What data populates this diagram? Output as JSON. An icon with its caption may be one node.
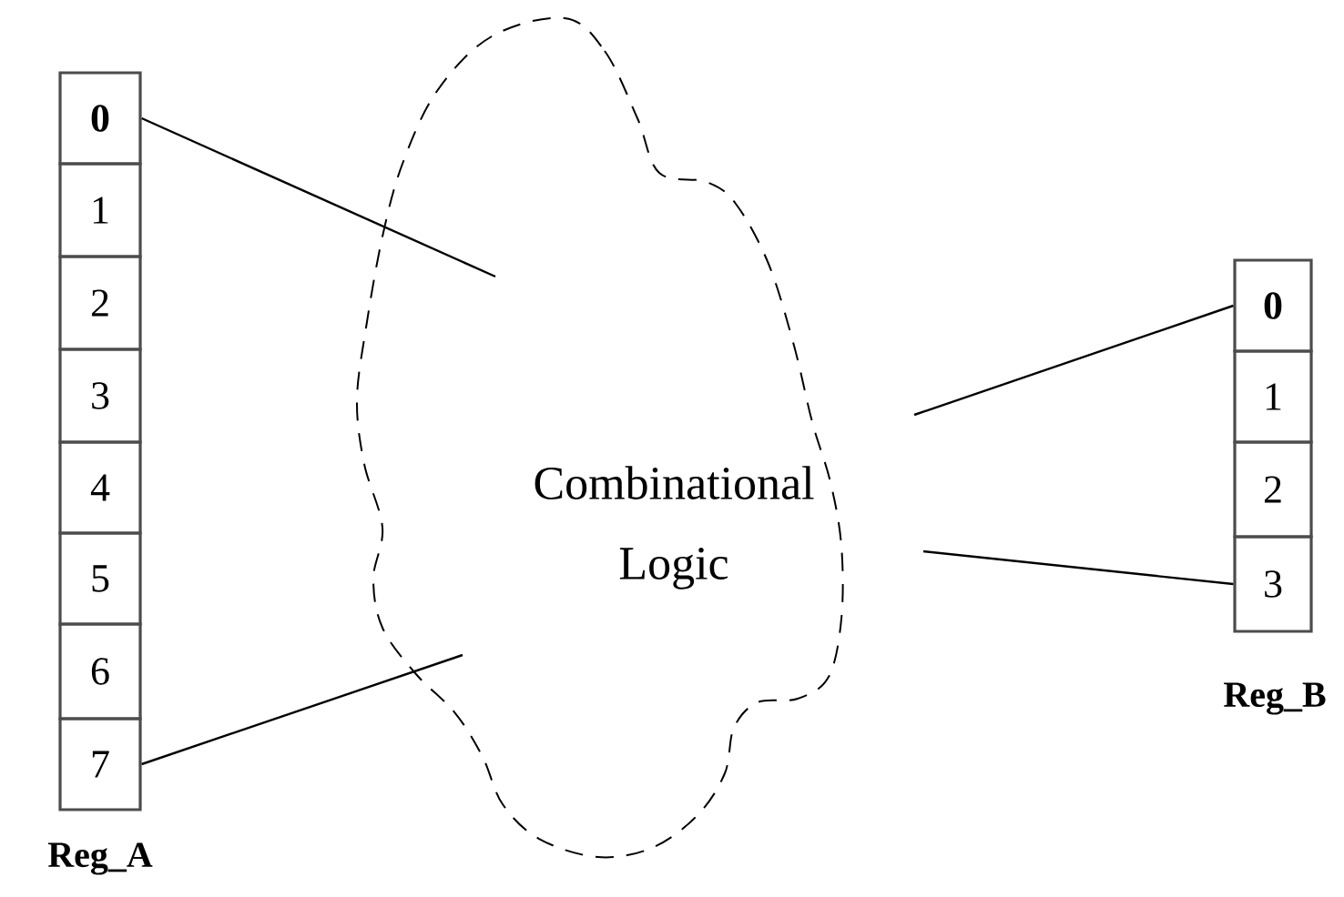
{
  "diagram": {
    "nodes": [
      {
        "text": [
          "0"
        ]
      },
      {
        "text": [
          "1"
        ]
      },
      {
        "text": [
          "2"
        ]
      },
      {
        "text": [
          "3"
        ]
      },
      {
        "text": [
          "4"
        ]
      },
      {
        "text": [
          "5"
        ]
      },
      {
        "text": [
          "6"
        ]
      },
      {
        "text": [
          "7"
        ]
      },
      {
        "text": [
          "Combinational Logic"
        ]
      },
      {
        "text": [
          "0"
        ]
      },
      {
        "text": [
          "1"
        ]
      },
      {
        "text": [
          "2"
        ]
      },
      {
        "text": [
          "3"
        ]
      }
    ],
    "edges": [
      {
        "from": 0,
        "to": 8,
        "arrow": "none"
      },
      {
        "from": 7,
        "to": 8,
        "arrow": "none"
      },
      {
        "from": 8,
        "to": 9,
        "arrow": "none"
      },
      {
        "from": 8,
        "to": 12,
        "arrow": "none"
      }
    ],
    "labels": [
      "Reg_A",
      "Reg_B"
    ]
  }
}
